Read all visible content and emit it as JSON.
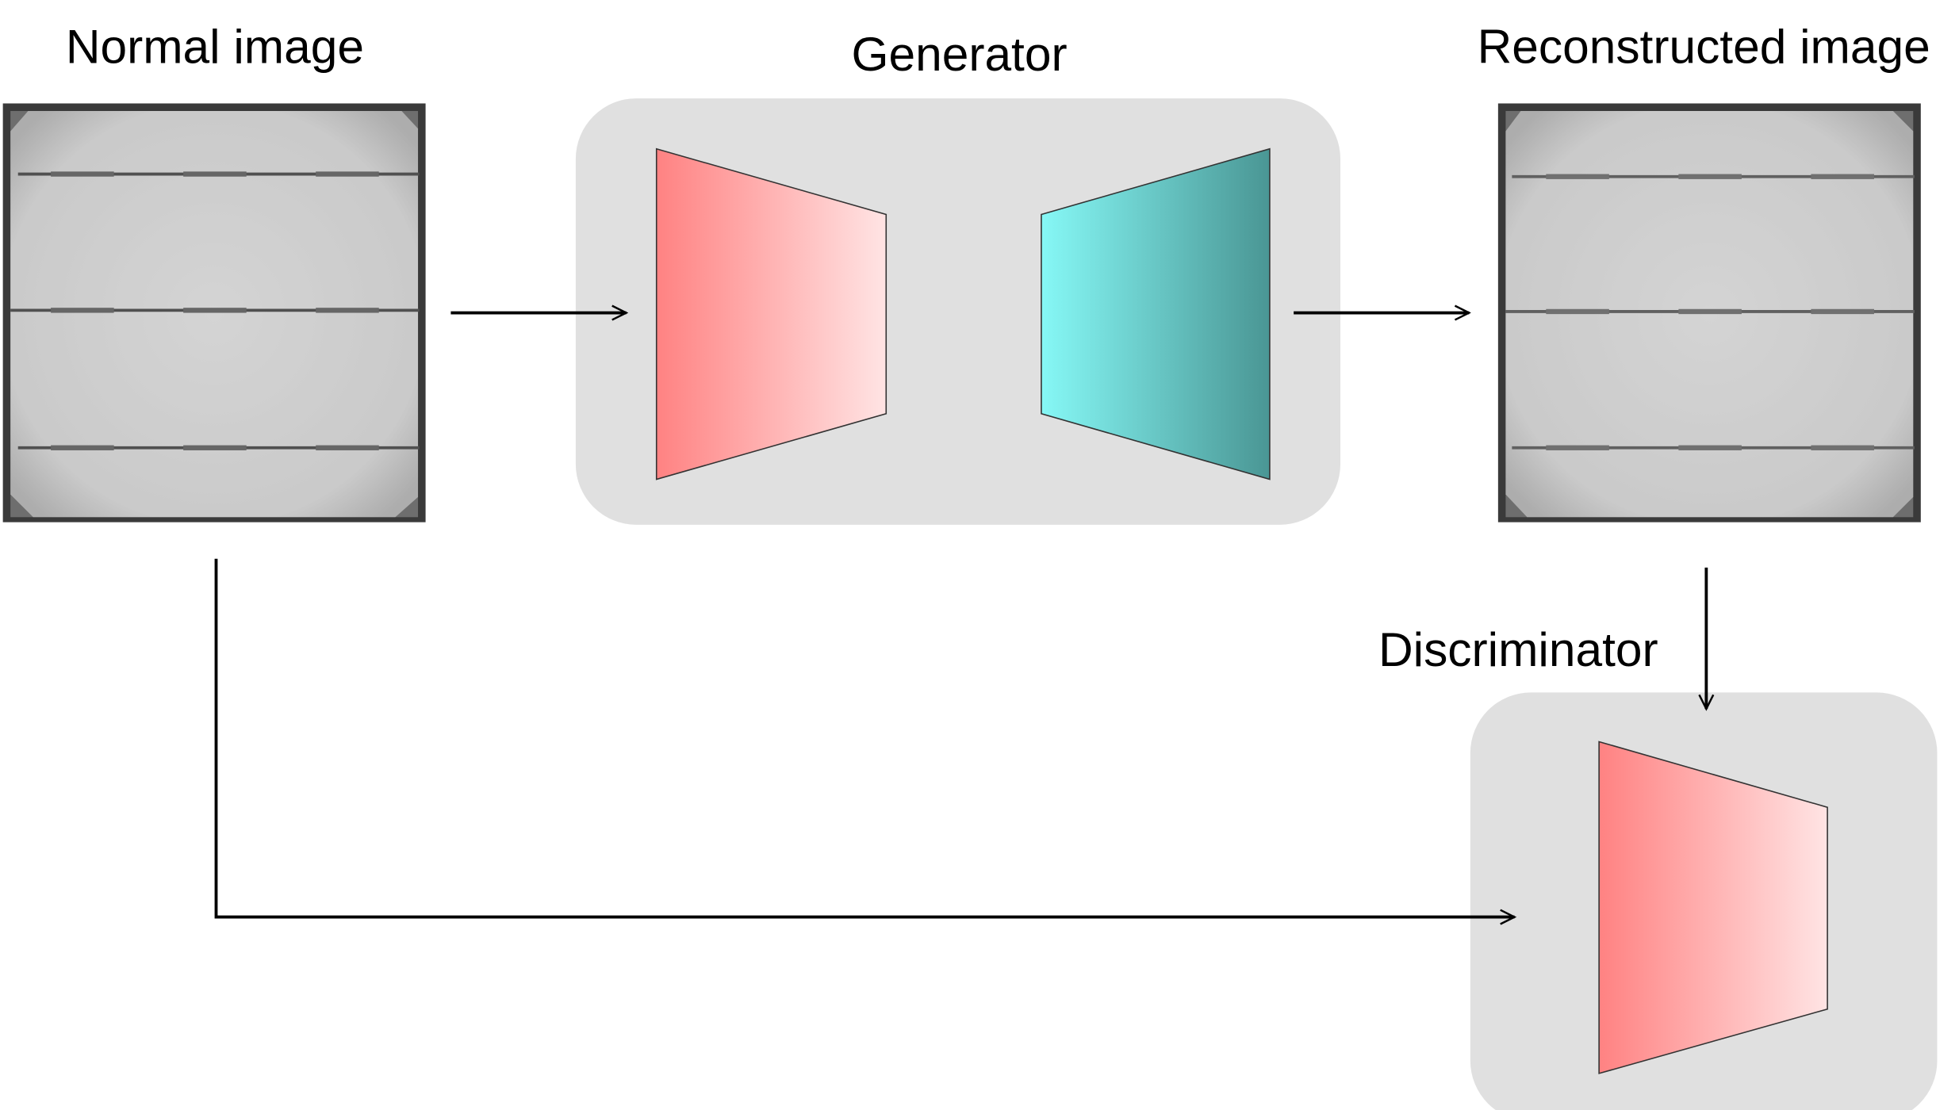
{
  "labels": {
    "normal_image": "Normal image",
    "generator": "Generator",
    "reconstructed_image": "Reconstructed image",
    "discriminator": "Discriminator"
  },
  "colors": {
    "panel_background": "#e0e0e0",
    "encoder_gradient": [
      "#ff8282",
      "#ffe4e4"
    ],
    "decoder_gradient": [
      "#86f8f6",
      "#4a9694"
    ],
    "arrow": "#000000",
    "cell_background": "#b8b8b8",
    "cell_border": "#333333"
  }
}
